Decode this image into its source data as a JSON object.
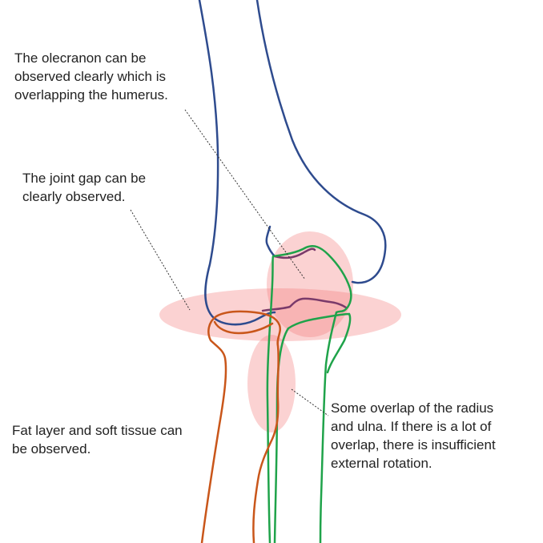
{
  "notes": {
    "olecranon": {
      "lines": [
        "The olecranon can be",
        "observed clearly which is",
        "overlapping the humerus."
      ]
    },
    "joint_gap": {
      "lines": [
        "The joint gap can be",
        "clearly observed."
      ]
    },
    "fat_layer": {
      "lines": [
        "Fat layer and soft tissue can",
        "be observed."
      ]
    },
    "overlap": {
      "lines": [
        "Some overlap of the radius",
        "and ulna. If there is a lot of",
        "overlap, there is insufficient",
        "external rotation."
      ]
    }
  },
  "colors": {
    "humerus": "#2e4b8e",
    "radius": "#c9561a",
    "ulna": "#1fa34a",
    "overlap_line": "#7a3a6a",
    "highlight": "#f47f7f",
    "leader_line": "#333333",
    "text": "#222222"
  }
}
